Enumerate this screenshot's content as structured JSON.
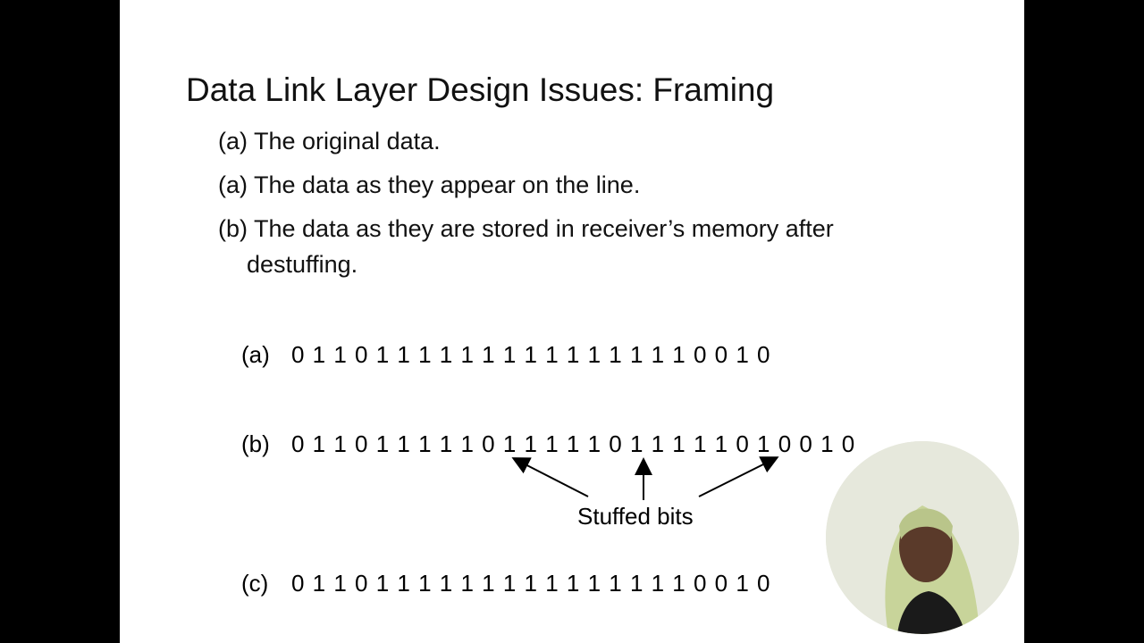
{
  "slide": {
    "title": "Data Link Layer Design Issues: Framing",
    "bullets": [
      {
        "text": "(a) The original data.",
        "cont": ""
      },
      {
        "text": "(a)  The data as they appear on the line.",
        "cont": ""
      },
      {
        "text": "(b) The data as they are stored in receiver’s memory after",
        "cont": "destuffing."
      }
    ]
  },
  "figure": {
    "rows": [
      {
        "label": "(a)",
        "bits": "0 1 1 0 1 1 1 1 1 1 1 1 1 1 1 1 1 1 1 0 0 1 0"
      },
      {
        "label": "(b)",
        "bits": "0 1 1 0 1 1 1 1 1 0 1 1 1 1 1 0 1 1 1 1 1 0 1 0 0 1 0"
      },
      {
        "label": "(c)",
        "bits": "0 1 1 0 1 1 1 1 1 1 1 1 1 1 1 1 1 1 1 0 0 1 0"
      }
    ],
    "annotation": "Stuffed bits"
  },
  "colors": {
    "background": "#000000",
    "slide": "#ffffff",
    "text": "#111111"
  }
}
